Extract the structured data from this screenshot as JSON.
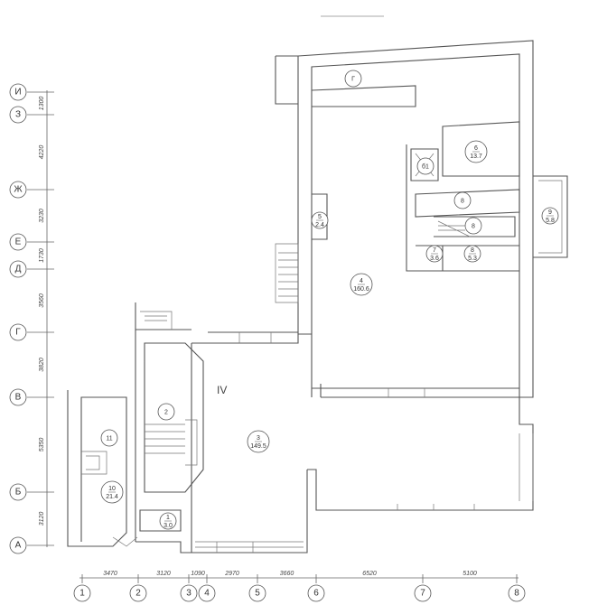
{
  "drawing": {
    "section_label": "IV",
    "row_axes": [
      "И",
      "З",
      "Ж",
      "Е",
      "Д",
      "Г",
      "В",
      "Б",
      "А"
    ],
    "row_dims": [
      "1300",
      "4220",
      "3230",
      "1730",
      "3560",
      "3820",
      "5350",
      "3120"
    ],
    "col_axes": [
      "1",
      "2",
      "3",
      "4",
      "5",
      "6",
      "7",
      "8"
    ],
    "col_dims": [
      "3470",
      "3120",
      "1090",
      "2970",
      "3660",
      "6520",
      "5100"
    ],
    "rooms": [
      {
        "num": "1",
        "area": "3.0"
      },
      {
        "num": "2",
        "area": ""
      },
      {
        "num": "3",
        "area": "149.5"
      },
      {
        "num": "4",
        "area": "160.6"
      },
      {
        "num": "5",
        "area": "2.4"
      },
      {
        "num": "6",
        "area": "13.7"
      },
      {
        "num": "7",
        "area": "3.6"
      },
      {
        "num": "8",
        "area": ""
      },
      {
        "num": "8",
        "area": ""
      },
      {
        "num": "8",
        "area": "5.3"
      },
      {
        "num": "9",
        "area": "5.8"
      },
      {
        "num": "10",
        "area": "21.4"
      },
      {
        "num": "11",
        "area": ""
      },
      {
        "num": "Г",
        "area": ""
      },
      {
        "num": "б1",
        "area": ""
      }
    ]
  }
}
